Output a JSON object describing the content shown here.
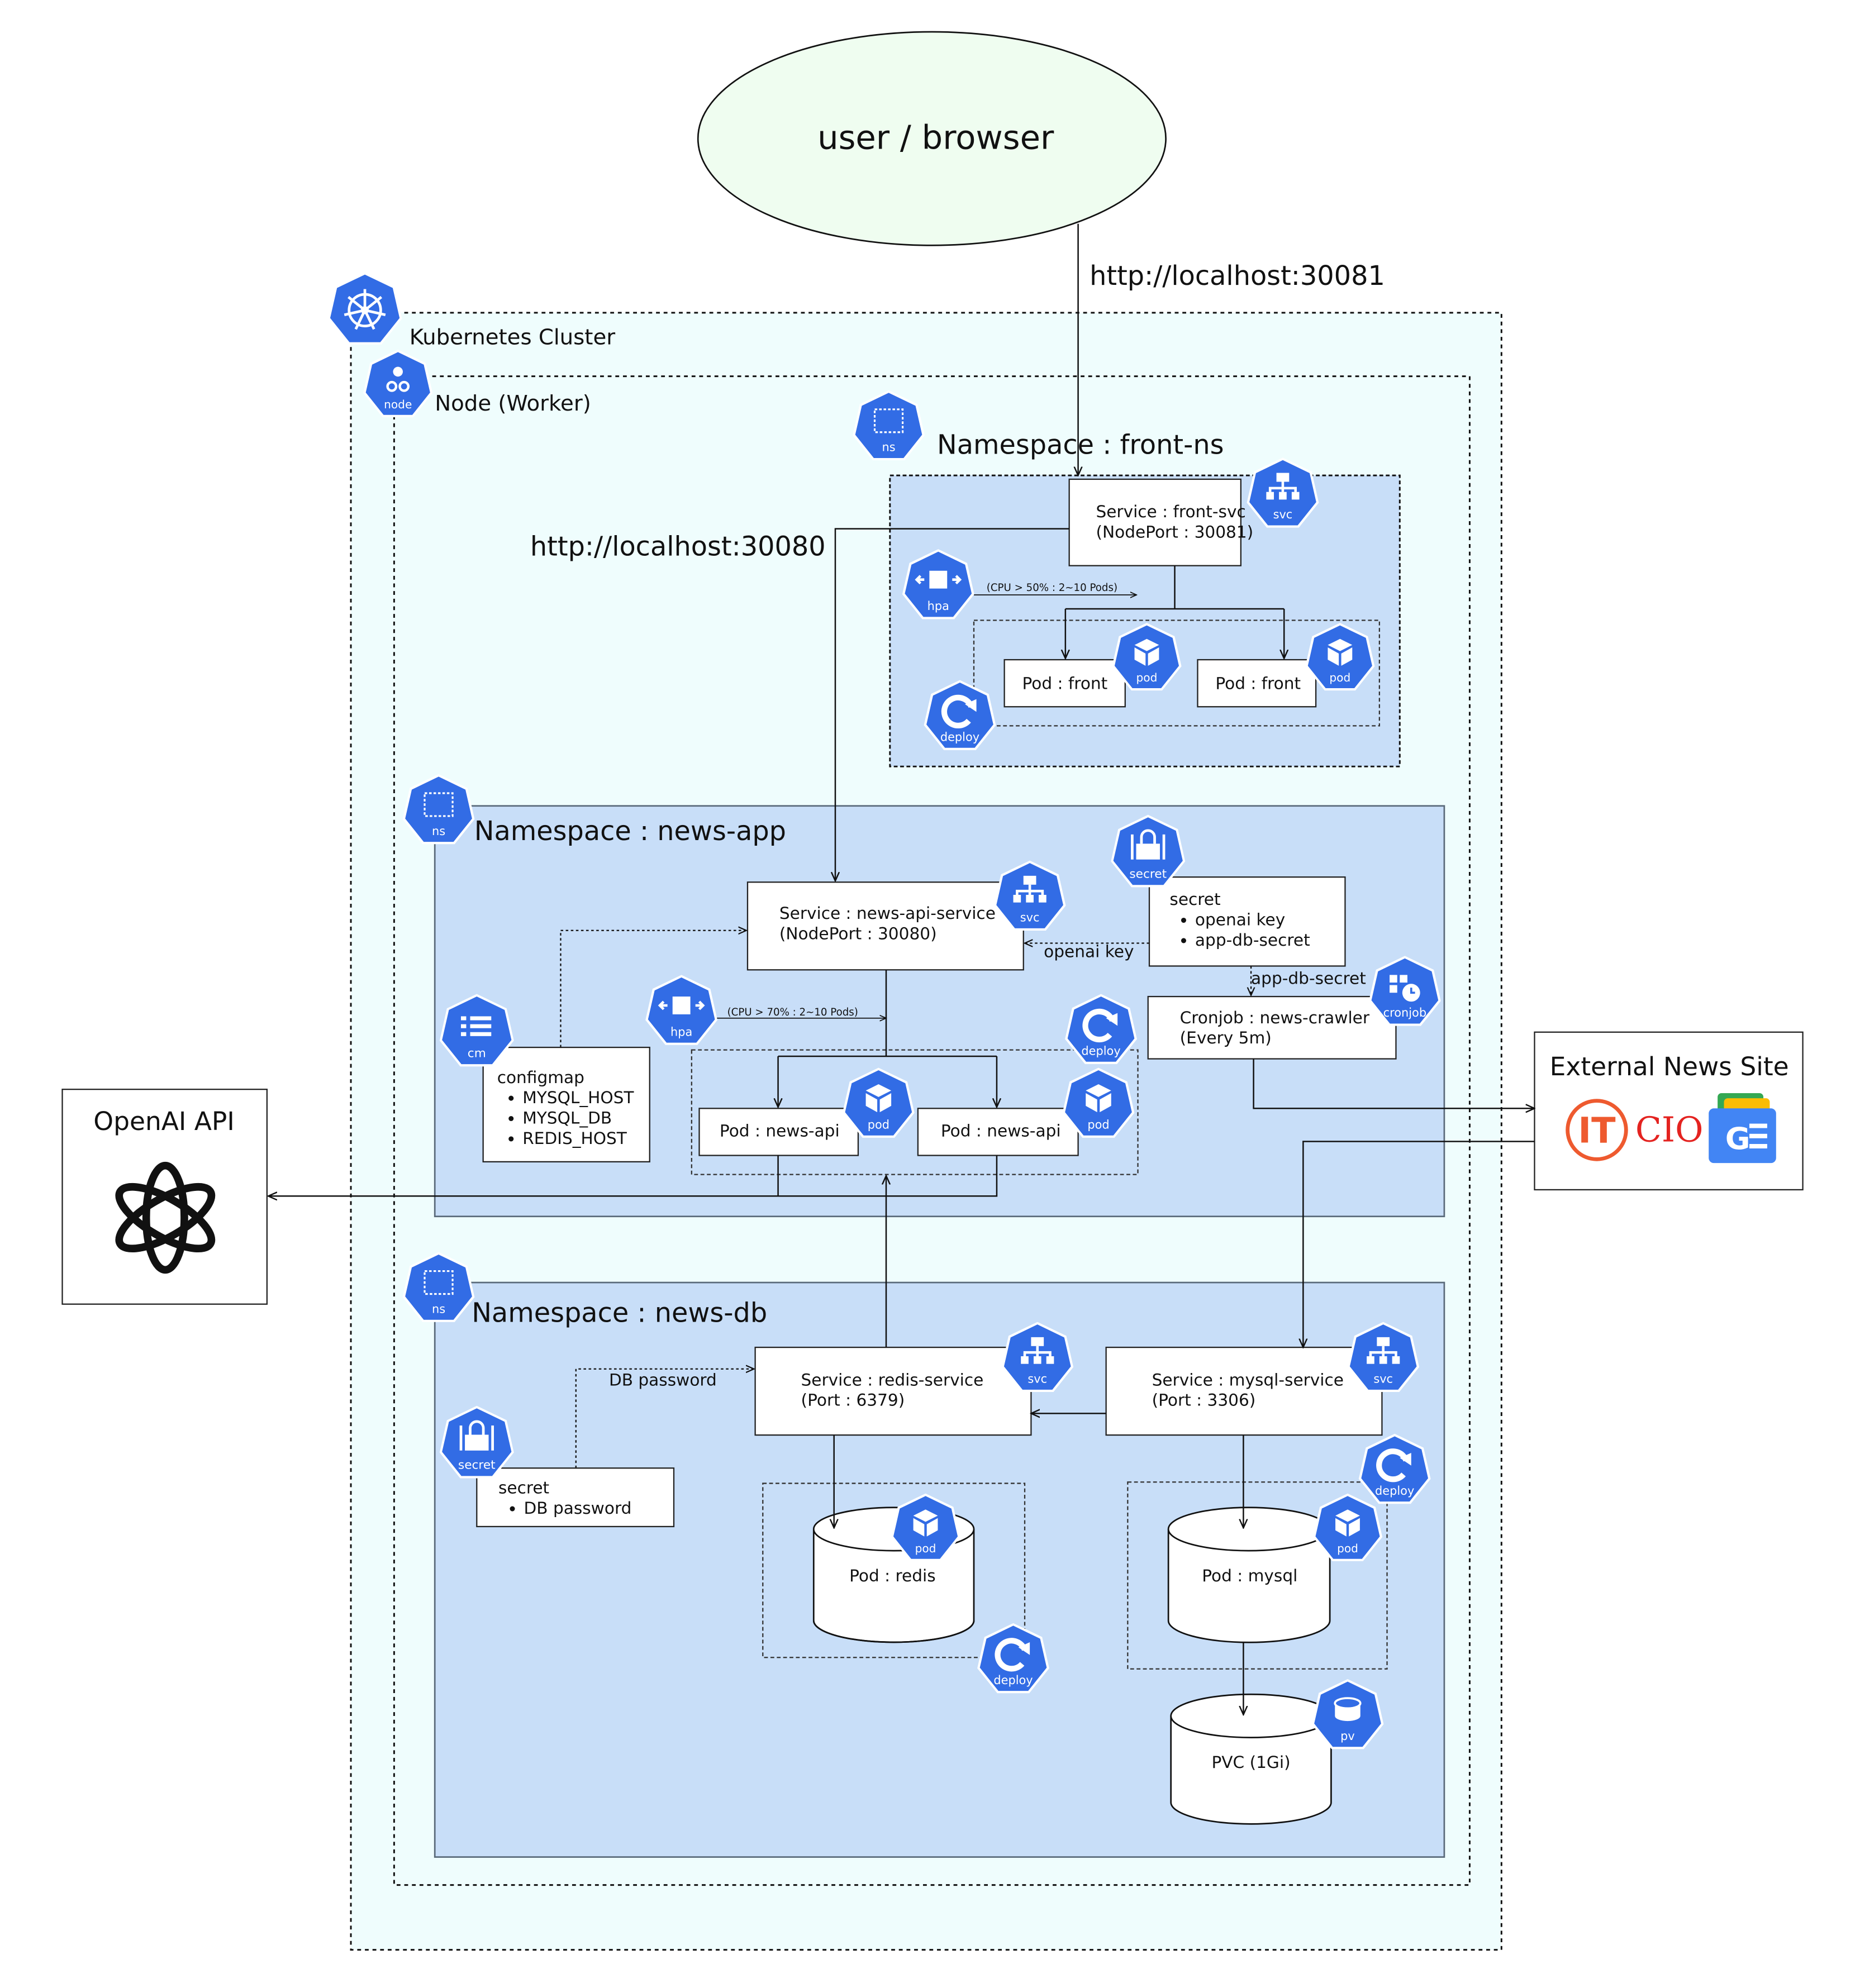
{
  "user": {
    "label": "user / browser"
  },
  "urls": {
    "front": "http://localhost:30081",
    "api": "http://localhost:30080"
  },
  "cluster": {
    "label": "Kubernetes Cluster"
  },
  "node": {
    "label": "Node (Worker)"
  },
  "front_ns": {
    "title": "Namespace : front-ns",
    "service": {
      "line1": "Service : front-svc",
      "line2": "(NodePort : 30081)"
    },
    "hpa_note": "(CPU > 50% : 2~10 Pods)",
    "pod1": "Pod : front",
    "pod2": "Pod : front"
  },
  "app_ns": {
    "title": "Namespace : news-app",
    "service": {
      "line1": "Service : news-api-service",
      "line2": "(NodePort : 30080)"
    },
    "secret": {
      "title": "secret",
      "items": [
        "openai key",
        "app-db-secret"
      ]
    },
    "openai_key_label": "openai key",
    "app_db_secret_label": "app-db-secret",
    "cronjob": {
      "line1": "Cronjob : news-crawler",
      "line2": "(Every 5m)"
    },
    "hpa_note": "(CPU > 70% : 2~10 Pods)",
    "configmap": {
      "title": "configmap",
      "items": [
        "MYSQL_HOST",
        "MYSQL_DB",
        "REDIS_HOST"
      ]
    },
    "pod1": "Pod : news-api",
    "pod2": "Pod : news-api"
  },
  "db_ns": {
    "title": "Namespace : news-db",
    "redis_service": {
      "line1": "Service : redis-service",
      "line2": "(Port : 6379)"
    },
    "mysql_service": {
      "line1": "Service : mysql-service",
      "line2": "(Port : 3306)"
    },
    "db_password_label": "DB password",
    "secret": {
      "title": "secret",
      "items": [
        "DB password"
      ]
    },
    "redis_pod": "Pod : redis",
    "mysql_pod": "Pod : mysql",
    "pvc": "PVC (1Gi)"
  },
  "openai": {
    "title": "OpenAI API"
  },
  "external": {
    "title": "External News Site",
    "logo_it": "IT",
    "logo_cio": "CIO"
  },
  "icon_labels": {
    "ns": "ns",
    "node": "node",
    "svc": "svc",
    "hpa": "hpa",
    "pod": "pod",
    "deploy": "deploy",
    "secret": "secret",
    "cm": "cm",
    "cronjob": "cronjob",
    "pv": "pv"
  },
  "colors": {
    "user_fill": "#effdf0",
    "cluster_fill": "#effdfd",
    "ns_fill": "#c8def8",
    "k8s_blue": "#326ce5",
    "it_orange": "#ee5a2f",
    "cio_red": "#e42320",
    "gnews_blue": "#4285f4"
  }
}
